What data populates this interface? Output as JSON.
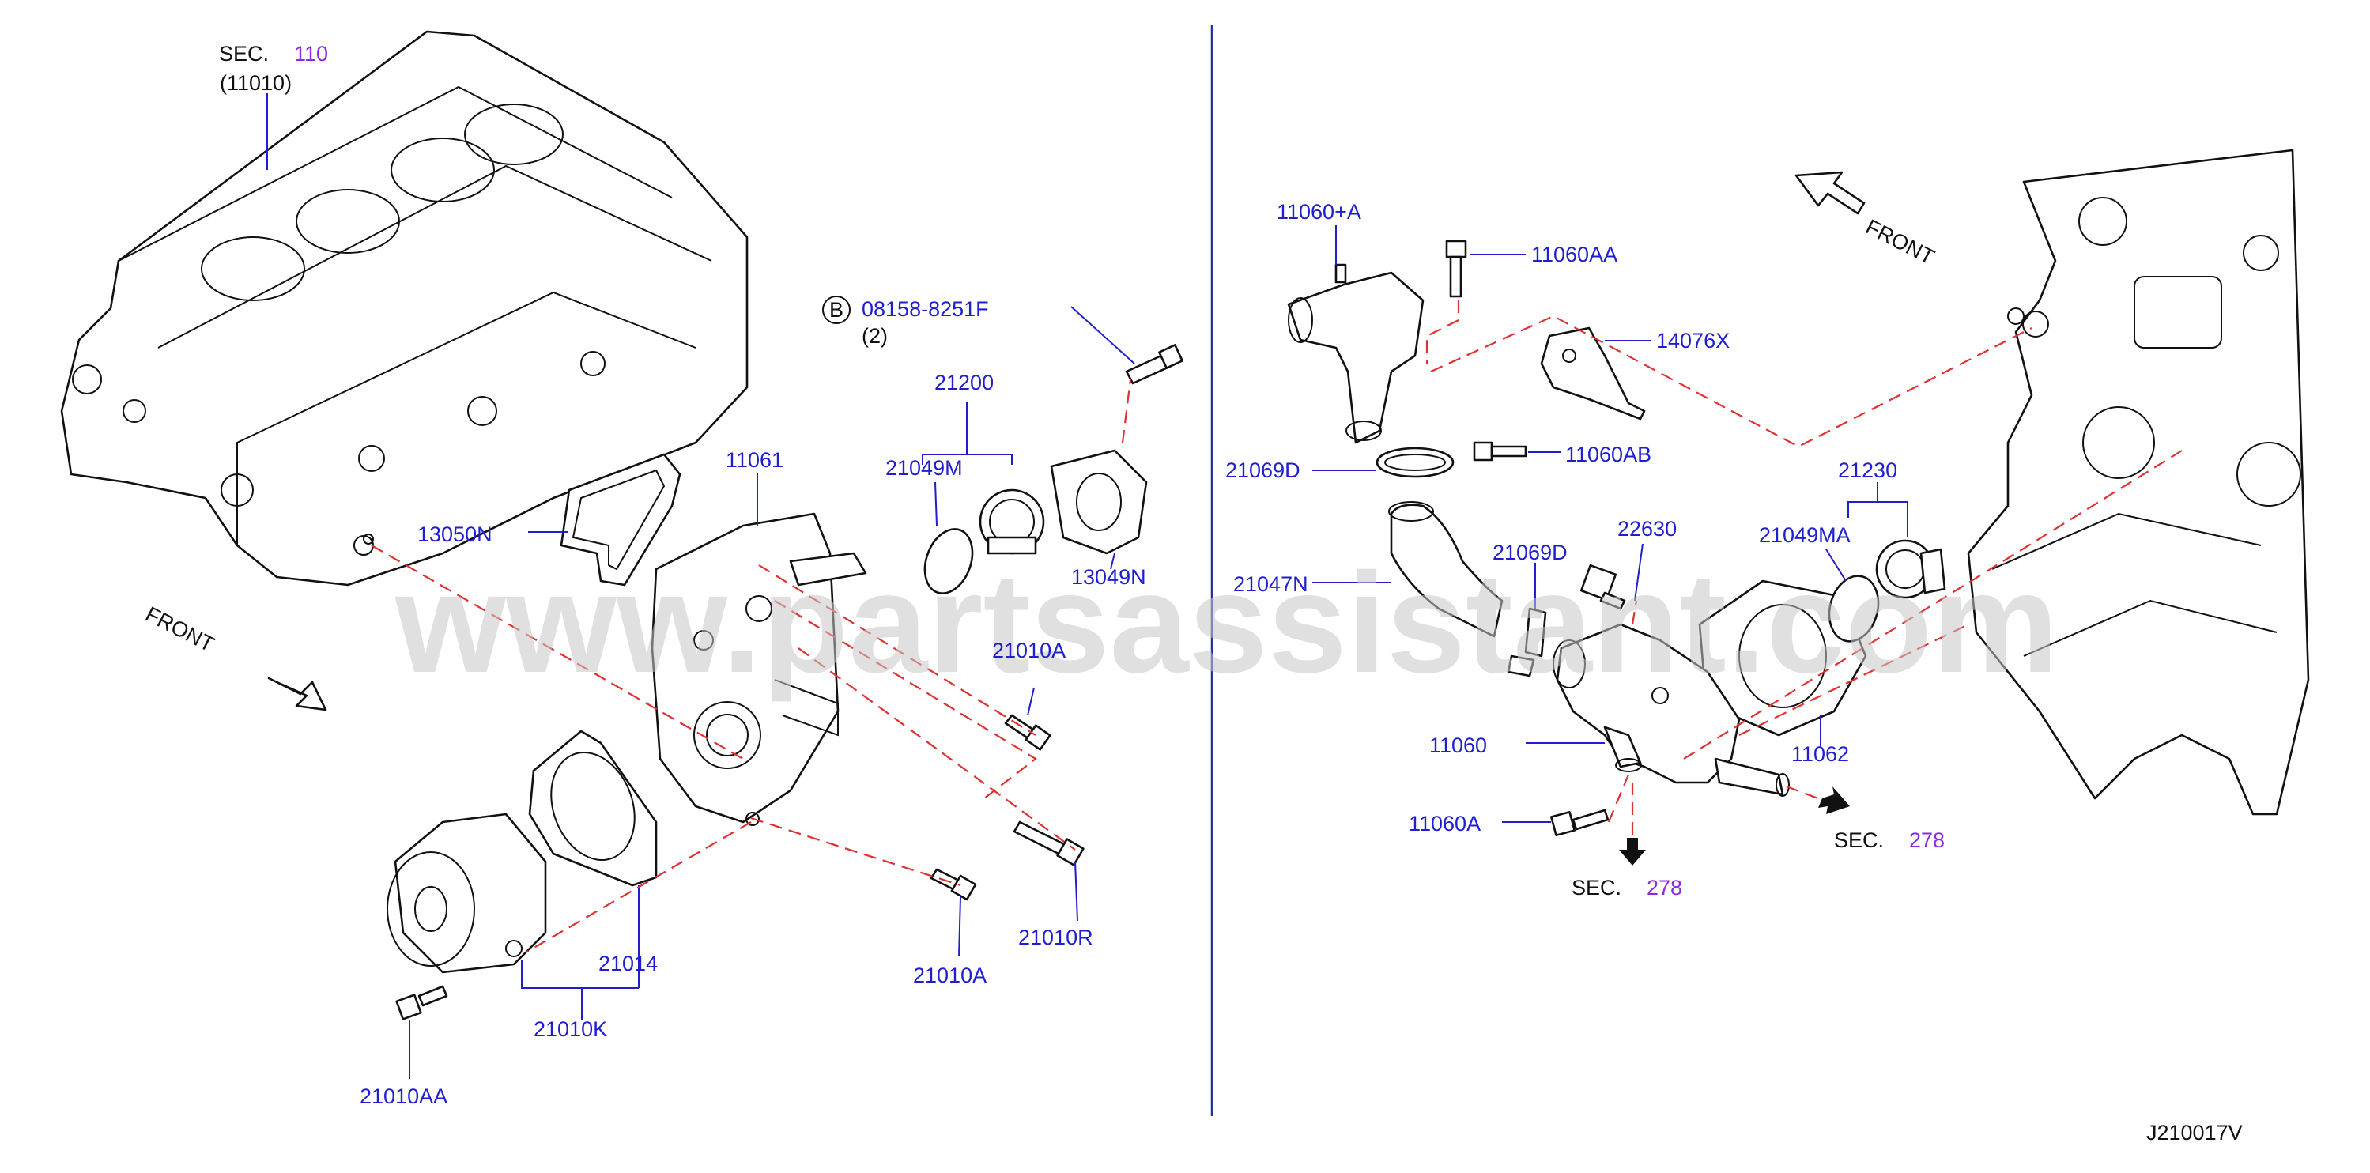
{
  "diagram_id": "J210017V",
  "watermark": "www.partsassistant.com",
  "front_labels": [
    "FRONT",
    "FRONT"
  ],
  "section_refs": {
    "sec_text": "SEC.",
    "sec_110": "110",
    "sec_110_part": "(11010)",
    "sec_278": "278"
  },
  "bolt_ref": {
    "circle_letter": "B",
    "part": "08158-8251F",
    "qty": "(2)"
  },
  "part_labels": {
    "p21200": "21200",
    "p21049M": "21049M",
    "p13049N": "13049N",
    "p11061": "11061",
    "p13050N": "13050N",
    "p21010A_1": "21010A",
    "p21010A_2": "21010A",
    "p21010R": "21010R",
    "p21014": "21014",
    "p21010K": "21010K",
    "p21010AA": "21010AA",
    "p11060A_plus": "11060+A",
    "p11060AA": "11060AA",
    "p14076X": "14076X",
    "p11060AB": "11060AB",
    "p21069D_1": "21069D",
    "p21069D_2": "21069D",
    "p21047N": "21047N",
    "p22630": "22630",
    "p21230": "21230",
    "p21049MA": "21049MA",
    "p11062": "11062",
    "p11060": "11060",
    "p11060A": "11060A"
  },
  "colors": {
    "label_blue": "#1f1fd0",
    "sec_purple": "#8a2be2",
    "dashed_red": "#e03030",
    "divider_blue": "#2233aa"
  }
}
